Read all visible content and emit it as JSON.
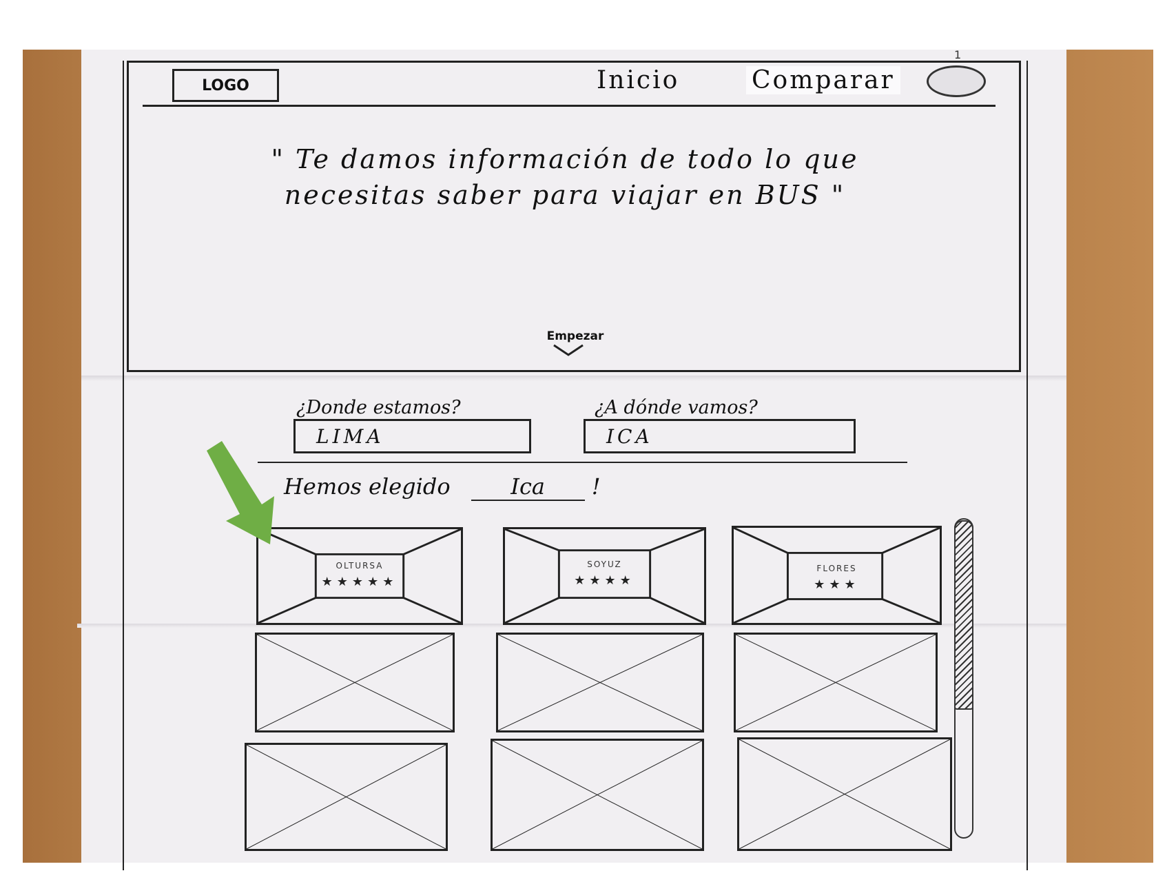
{
  "nav": {
    "logo": "LOGO",
    "links": [
      "Inicio",
      "Comparar"
    ],
    "page_number": "1"
  },
  "hero": {
    "quote": "\" Te damos información de todo lo que necesitas saber para viajar en BUS \"",
    "cta": "Empezar"
  },
  "search": {
    "from_label": "¿Donde estamos?",
    "from_value": "LIMA",
    "to_label": "¿A dónde vamos?",
    "to_value": "ICA"
  },
  "results": {
    "prefix": "Hemos elegido",
    "chosen": "Ica",
    "suffix": "!",
    "cards": [
      {
        "name": "OLTURSA",
        "rating": 5,
        "stars": "★★★★★"
      },
      {
        "name": "SOYUZ",
        "rating": 4,
        "stars": "★★★★"
      },
      {
        "name": "FLORES",
        "rating": 3,
        "stars": "★★★"
      }
    ]
  },
  "colors": {
    "annotation_arrow": "#6fae45",
    "ink": "#222222",
    "paper": "#f1eff2",
    "table": "#b9824c"
  },
  "icons": [
    "chevron-down-icon",
    "annotation-arrow-icon",
    "user-avatar-icon"
  ]
}
